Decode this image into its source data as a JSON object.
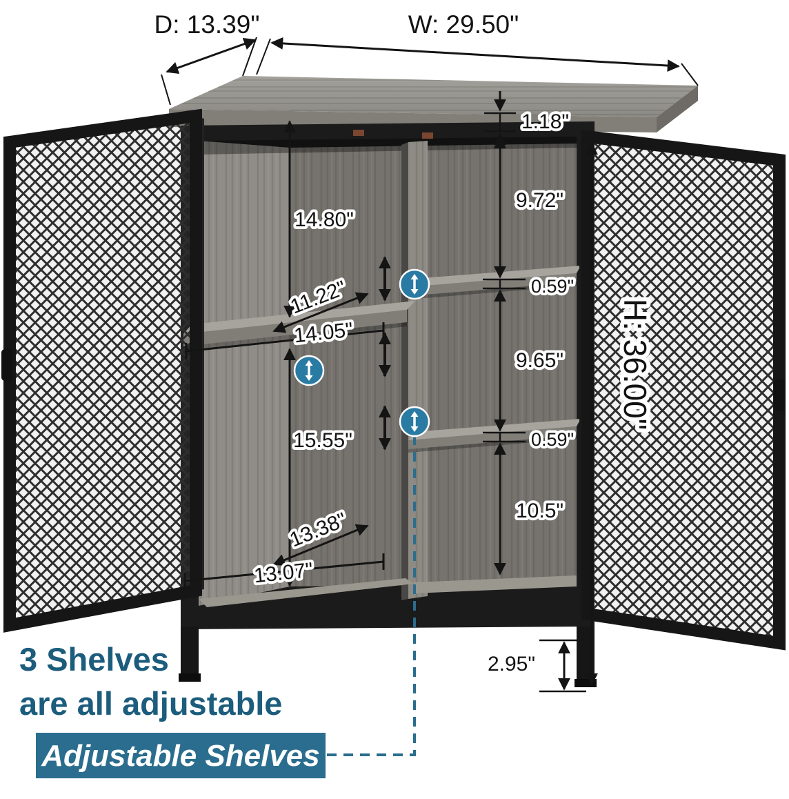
{
  "diagram": {
    "subject": "storage cabinet with mesh doors and adjustable shelves",
    "dims": {
      "depth": "D: 13.39\"",
      "width": "W: 29.50\"",
      "height": "H: 36.00\"",
      "top_thickness": "1.18\"",
      "right_upper": "9.72\"",
      "shelf_thk_1": "0.59\"",
      "right_middle": "9.65\"",
      "shelf_thk_2": "0.59\"",
      "right_lower": "10.5\"",
      "left_upper": "14.80\"",
      "shelf_depth": "11.22\"",
      "shelf_width": "14.05\"",
      "left_lower": "15.55\"",
      "bottom_depth": "13.38\"",
      "bottom_width": "13.07\"",
      "leg_height": "2.95\""
    },
    "callout": {
      "line1": "3 Shelves",
      "line2": "are all adjustable",
      "badge": "Adjustable Shelves"
    },
    "colors": {
      "accent_teal": "#2a6d8e",
      "callout_text": "#1c5c7c",
      "marker_blue": "#2a7ba3",
      "dimension_black": "#141414",
      "frame_black": "#1b1b1b",
      "wood_gray": "#8a8883"
    }
  }
}
